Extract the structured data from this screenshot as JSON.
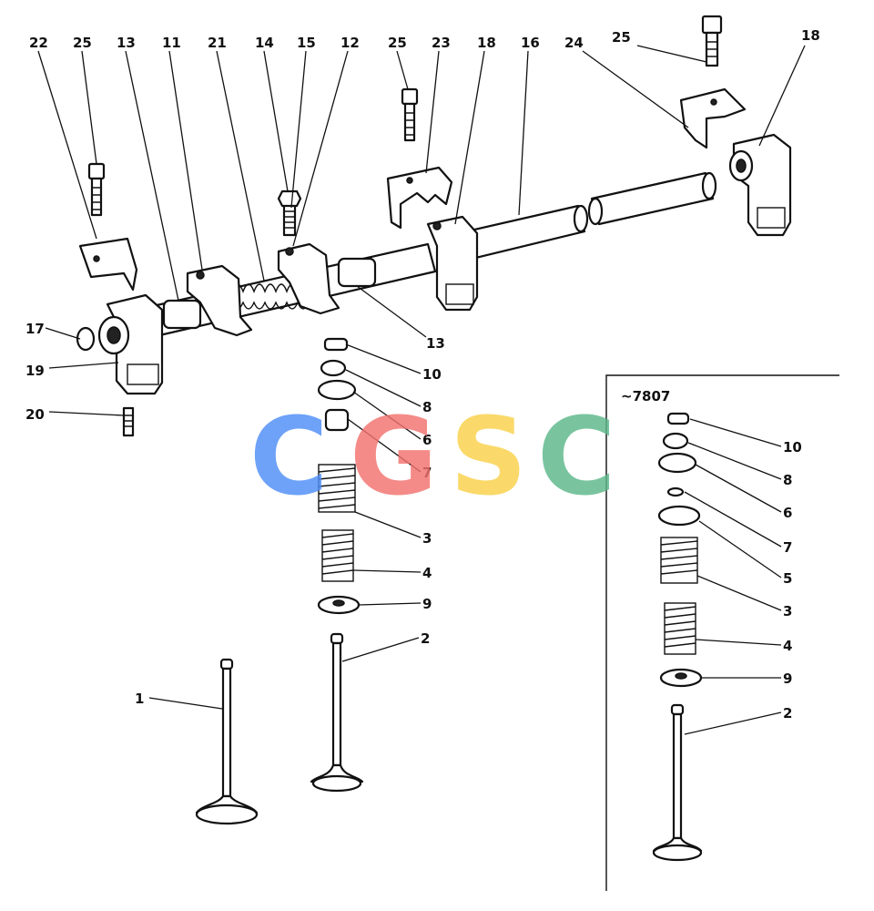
{
  "inset_caption": "~7807",
  "watermark": {
    "letters": [
      "C",
      "G",
      "S",
      "C"
    ],
    "colors": [
      "#4f8ef7",
      "#f2726e",
      "#f9d14a",
      "#5cb88a"
    ]
  },
  "labels": {
    "l22": "22",
    "l25a": "25",
    "l13a": "13",
    "l11": "11",
    "l21": "21",
    "l14": "14",
    "l15": "15",
    "l12": "12",
    "l25b": "25",
    "l23": "23",
    "l18a": "18",
    "l16": "16",
    "l24": "24",
    "l25c": "25",
    "l18b": "18",
    "l17": "17",
    "l19": "19",
    "l20": "20",
    "l13b": "13",
    "l10": "10",
    "l8": "8",
    "l6": "6",
    "l7": "7",
    "l3": "3",
    "l4": "4",
    "l9": "9",
    "l2": "2",
    "l1": "1",
    "r10": "10",
    "r8": "8",
    "r6": "6",
    "r7": "7",
    "r5": "5",
    "r3": "3",
    "r4": "4",
    "r9": "9",
    "r2": "2"
  }
}
